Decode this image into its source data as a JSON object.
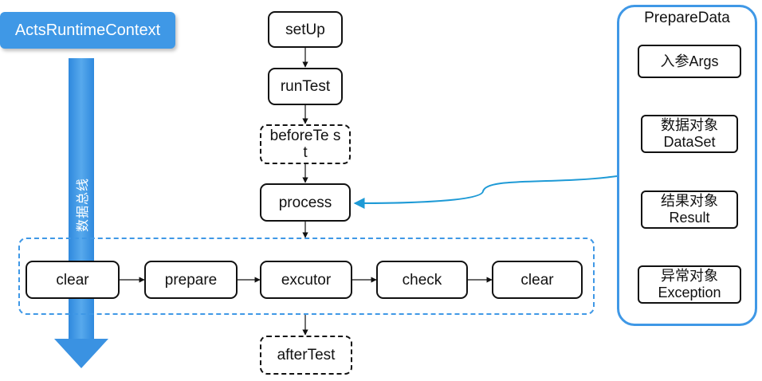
{
  "context": {
    "label": "ActsRuntimeContext"
  },
  "bus": {
    "label": "数据总线"
  },
  "flow": {
    "setup": "setUp",
    "run_test": "runTest",
    "before_test": "beforeTe st",
    "process": "process",
    "after_test": "afterTest"
  },
  "pipeline": [
    "clear",
    "prepare",
    "excutor",
    "check",
    "clear"
  ],
  "prepare_data": {
    "title": "PrepareData",
    "items": [
      {
        "line1": "入参Args",
        "line2": ""
      },
      {
        "line1": "数据对象",
        "line2": "DataSet"
      },
      {
        "line1": "结果对象",
        "line2": "Result"
      },
      {
        "line1": "异常对象",
        "line2": "Exception"
      }
    ]
  },
  "colors": {
    "accent": "#3f98e6",
    "stroke": "#111111"
  }
}
